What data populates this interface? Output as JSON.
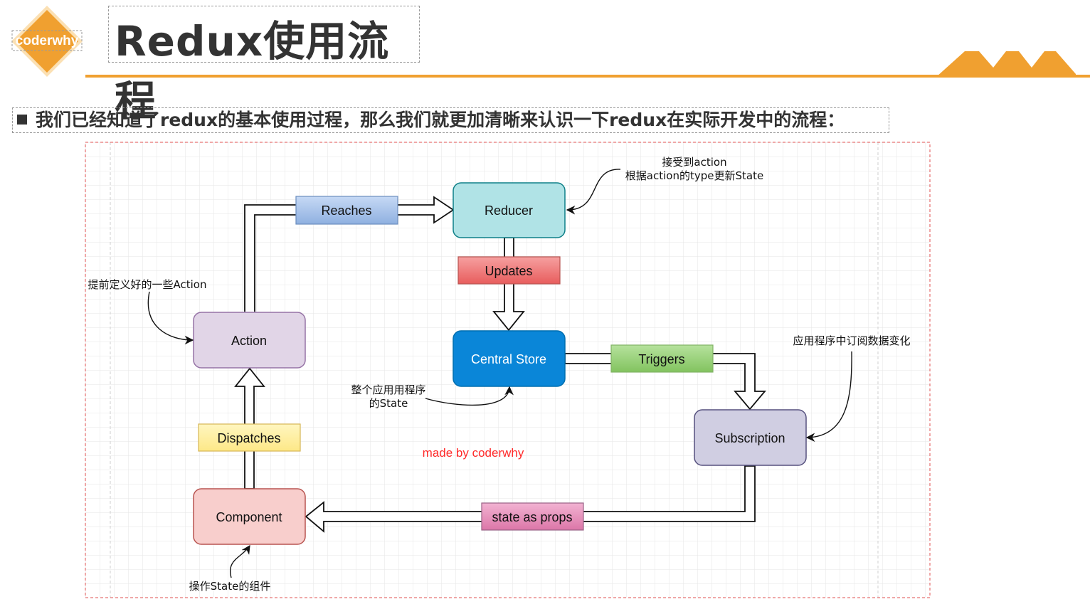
{
  "logo": {
    "text": "coderwhy"
  },
  "title": "Redux使用流程",
  "subtitle": "我们已经知道了redux的基本使用过程，那么我们就更加清晰来认识一下redux在实际开发中的流程：",
  "diagram": {
    "nodes": {
      "reducer": "Reducer",
      "central_store": "Central Store",
      "action": "Action",
      "subscription": "Subscription",
      "component": "Component"
    },
    "edges": {
      "reaches": "Reaches",
      "updates": "Updates",
      "triggers": "Triggers",
      "dispatches": "Dispatches",
      "state_as_props": "state as props"
    },
    "notes": {
      "reducer_note_1": "接受到action",
      "reducer_note_2": "根据action的type更新State",
      "action_note": "提前定义好的一些Action",
      "store_note_1": "整个应用用程序",
      "store_note_2": "的State",
      "subscription_note": "应用程序中订阅数据变化",
      "component_note": "操作State的组件"
    },
    "watermark": "made by coderwhy"
  },
  "colors": {
    "accent": "#f0a030",
    "reducer": "#b0e3e6",
    "central_store": "#0a86d8",
    "action": "#e1d5e7",
    "subscription": "#d0cee2",
    "component": "#f8cecc",
    "reaches": "#a9c4eb",
    "updates": "#f08080",
    "triggers": "#97d077",
    "dispatches": "#fff2a8",
    "state_as_props": "#e88fba",
    "watermark": "#ff2a2a"
  }
}
